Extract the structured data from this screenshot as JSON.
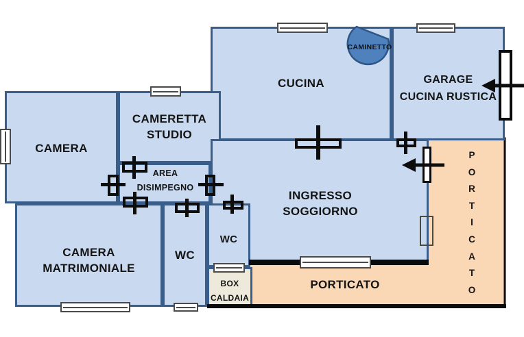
{
  "plan": {
    "type": "floor-plan",
    "colors": {
      "room_fill": "#c9daf0",
      "wall": "#3a5e8c",
      "porticato_fill": "#fbd8b5",
      "caldaia_fill": "#eeeadb",
      "caminetto_fill": "#4f81bd",
      "symbol_black": "#0d0d0d"
    },
    "rooms": {
      "cucina": {
        "label": "CUCINA"
      },
      "caminetto": {
        "label": "CAMINETTO"
      },
      "garage": {
        "line1": "GARAGE",
        "line2": "CUCINA RUSTICA"
      },
      "camera": {
        "label": "CAMERA"
      },
      "cameretta": {
        "line1": "CAMERETTA",
        "line2": "STUDIO"
      },
      "disimpegno": {
        "line1": "AREA",
        "line2": "DISIMPEGNO"
      },
      "soggiorno": {
        "line1": "INGRESSO",
        "line2": "SOGGIORNO"
      },
      "matrimoniale": {
        "line1": "CAMERA",
        "line2": "MATRIMONIALE"
      },
      "wc1": {
        "label": "WC"
      },
      "wc2": {
        "label": "WC"
      },
      "box_caldaia": {
        "line1": "BOX",
        "line2": "CALDAIA"
      },
      "porticato_bottom": {
        "label": "PORTICATO"
      },
      "porticato_side": {
        "label": "P\nO\nR\nT\nI\nC\nA\nT\nO"
      }
    }
  }
}
